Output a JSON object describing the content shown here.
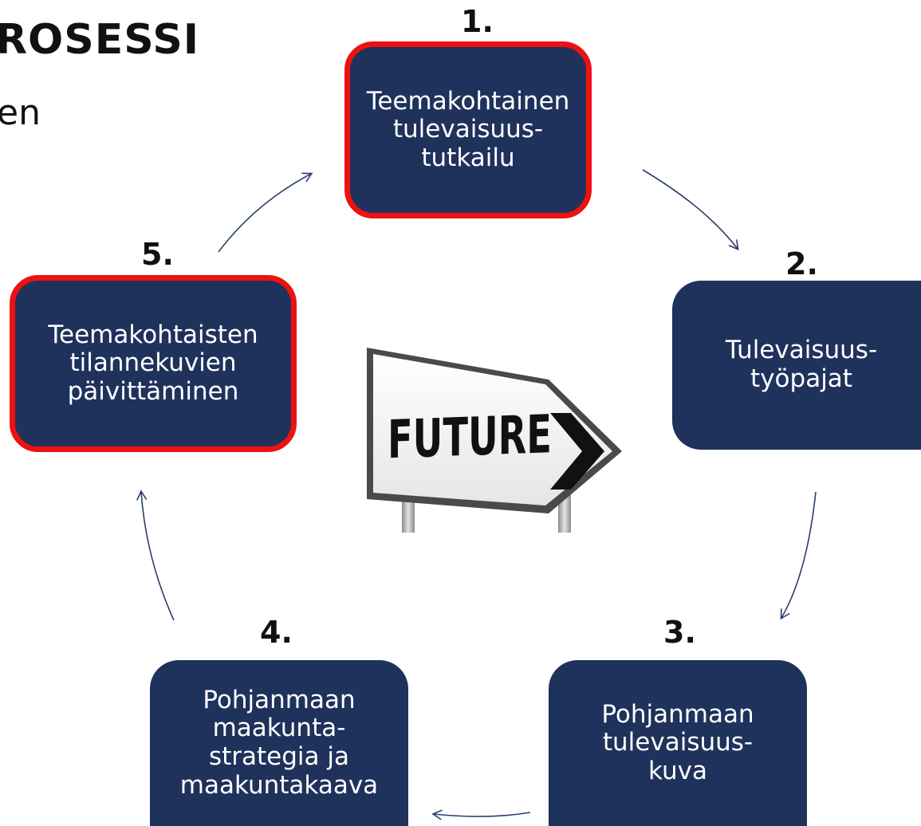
{
  "header": {
    "title": "ROSESSI",
    "subtitle": "en"
  },
  "steps": [
    {
      "number": "1.",
      "text": "Teemakohtainen\ntulevaisuus-\ntutkailu",
      "highlighted": true
    },
    {
      "number": "2.",
      "text": "Tulevaisuus-\ntyöpajat",
      "highlighted": false
    },
    {
      "number": "3.",
      "text": "Pohjanmaan\ntulevaisuus-\nkuva",
      "highlighted": false
    },
    {
      "number": "4.",
      "text": "Pohjanmaan\nmaakunta-\nstrategia ja\nmaakuntakaava",
      "highlighted": false
    },
    {
      "number": "5.",
      "text": "Teemakohtaisten\ntilannekuvien\npäivittäminen",
      "highlighted": true
    }
  ],
  "center_image": {
    "sign_text": "FUTURE",
    "icon": "future-signpost-arrow"
  },
  "colors": {
    "box_fill": "#1f325b",
    "highlight_border": "#ee1111",
    "arrow": "#2a3f6e"
  }
}
